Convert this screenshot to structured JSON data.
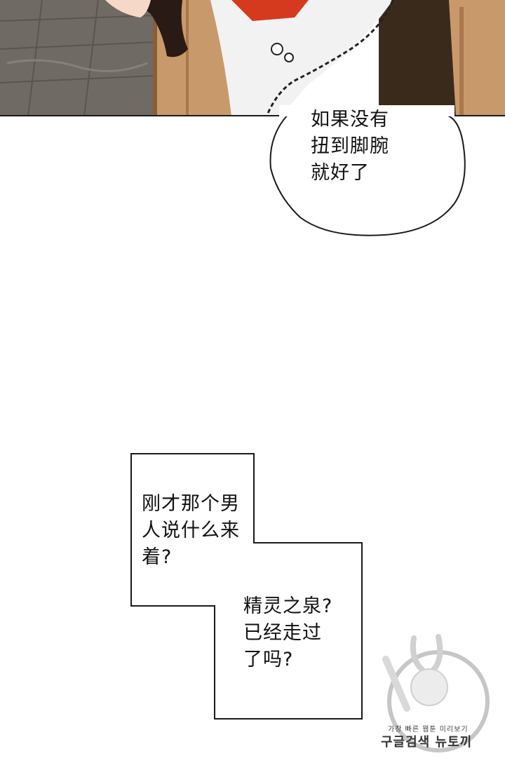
{
  "speech_bubble": {
    "lines": [
      "如果没有",
      "扭到脚腕",
      "就好了"
    ]
  },
  "narration_box_1": {
    "lines": [
      "刚才那个男",
      "人说什么来",
      "着?"
    ]
  },
  "narration_box_2": {
    "lines": [
      "精灵之泉?",
      "已经走过",
      "了吗?"
    ]
  },
  "watermark": {
    "small_text": "가장 빠른 웹툰 미리보기",
    "big_text": "구글검색 뉴토끼"
  },
  "colors": {
    "floor": "#6f6a63",
    "wood": "#c89a6b",
    "dark_dress": "#3a2a1c",
    "hair": "#2a1a16",
    "red": "#d63a1e"
  }
}
